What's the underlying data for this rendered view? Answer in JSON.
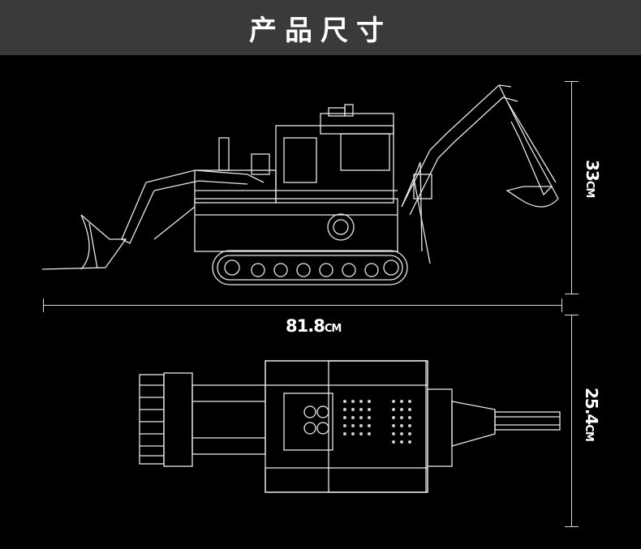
{
  "header": {
    "title": "产品尺寸"
  },
  "dimensions": {
    "height_value": "33",
    "height_unit": "CM",
    "length_value": "81.8",
    "length_unit": "CM",
    "width_value": "25.4",
    "width_unit": "CM"
  },
  "colors": {
    "background": "#000000",
    "header_bar": "#3a3a3a",
    "lines": "#e8e8e8"
  }
}
